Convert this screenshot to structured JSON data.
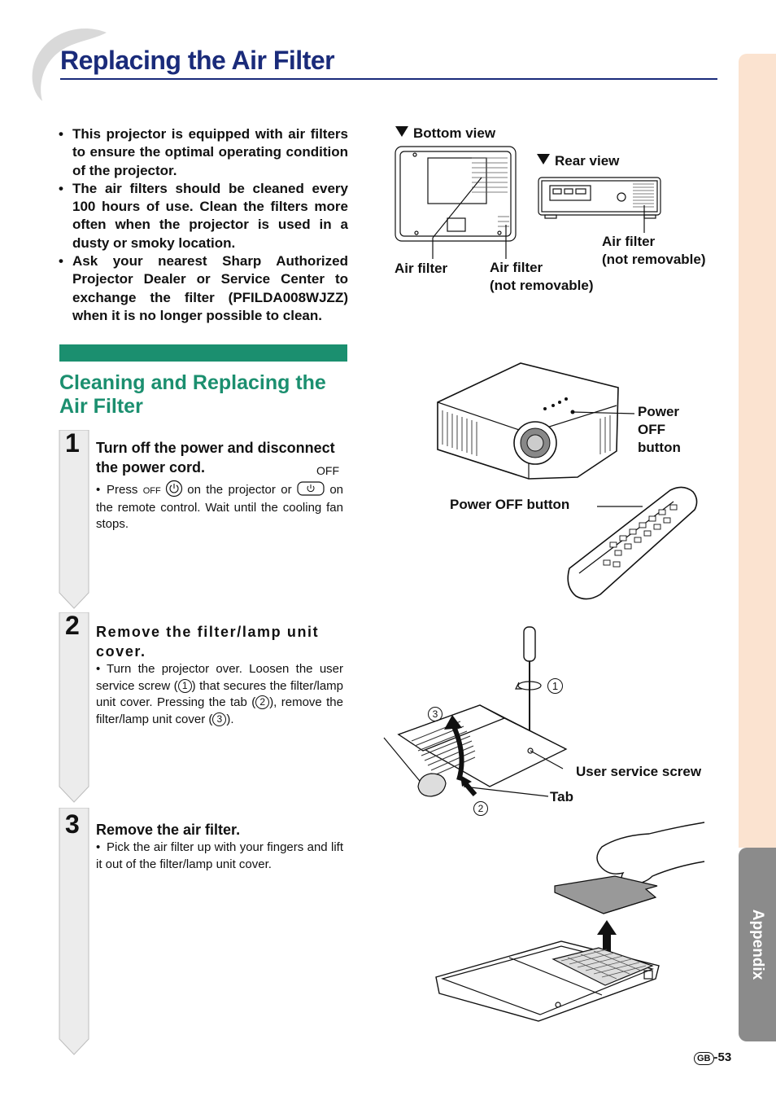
{
  "page": {
    "title": "Replacing the Air Filter",
    "section_title": "Cleaning and Replacing the Air Filter",
    "side_tab": "Appendix",
    "page_prefix": "GB",
    "page_number": "-53"
  },
  "intro": [
    "This projector is equipped with air filters to ensure the optimal operating condition of the projector.",
    "The air filters should be cleaned every 100 hours of use. Clean the filters more often when the projector is used in a dusty or smoky location.",
    "Ask your nearest Sharp Authorized Projector Dealer or Service Center to exchange the filter (PFILDA008WJZZ) when it is no longer possible to clean."
  ],
  "steps": [
    {
      "number": "1",
      "heading": "Turn off the power and disconnect the power cord.",
      "body_a": "Press",
      "body_b": "on the projector or",
      "body_c": "on the remote control. Wait until the cooling fan stops.",
      "off_label": "OFF"
    },
    {
      "number": "2",
      "heading": "Remove the filter/lamp unit cover.",
      "body_a": "Turn the projector over. Loosen the user service screw (",
      "body_b": ") that secures the filter/lamp unit cover. Pressing the tab (",
      "body_c": "), remove the filter/lamp unit cover (",
      "body_d": ")."
    },
    {
      "number": "3",
      "heading": "Remove the air filter.",
      "body": "Pick the air filter up with your fingers and lift it out of the filter/lamp unit cover."
    }
  ],
  "figures": {
    "bottom_view": "Bottom view",
    "rear_view": "Rear view",
    "air_filter": "Air filter",
    "air_filter_nr_1": "Air filter",
    "air_filter_nr_2": "(not removable)",
    "rear_air_filter_1": "Air filter",
    "rear_air_filter_2": "(not removable)",
    "power_off_1": "Power",
    "power_off_2": "OFF",
    "power_off_3": "button",
    "power_off_remote": "Power OFF button",
    "user_service_screw": "User service screw",
    "tab": "Tab",
    "callout_1": "1",
    "callout_2": "2",
    "callout_3": "3"
  },
  "colors": {
    "title": "#1a2b7a",
    "section_green": "#1b8f6f",
    "side_tab": "#8b8b8b",
    "side_tab_light": "#fbe3d0"
  }
}
